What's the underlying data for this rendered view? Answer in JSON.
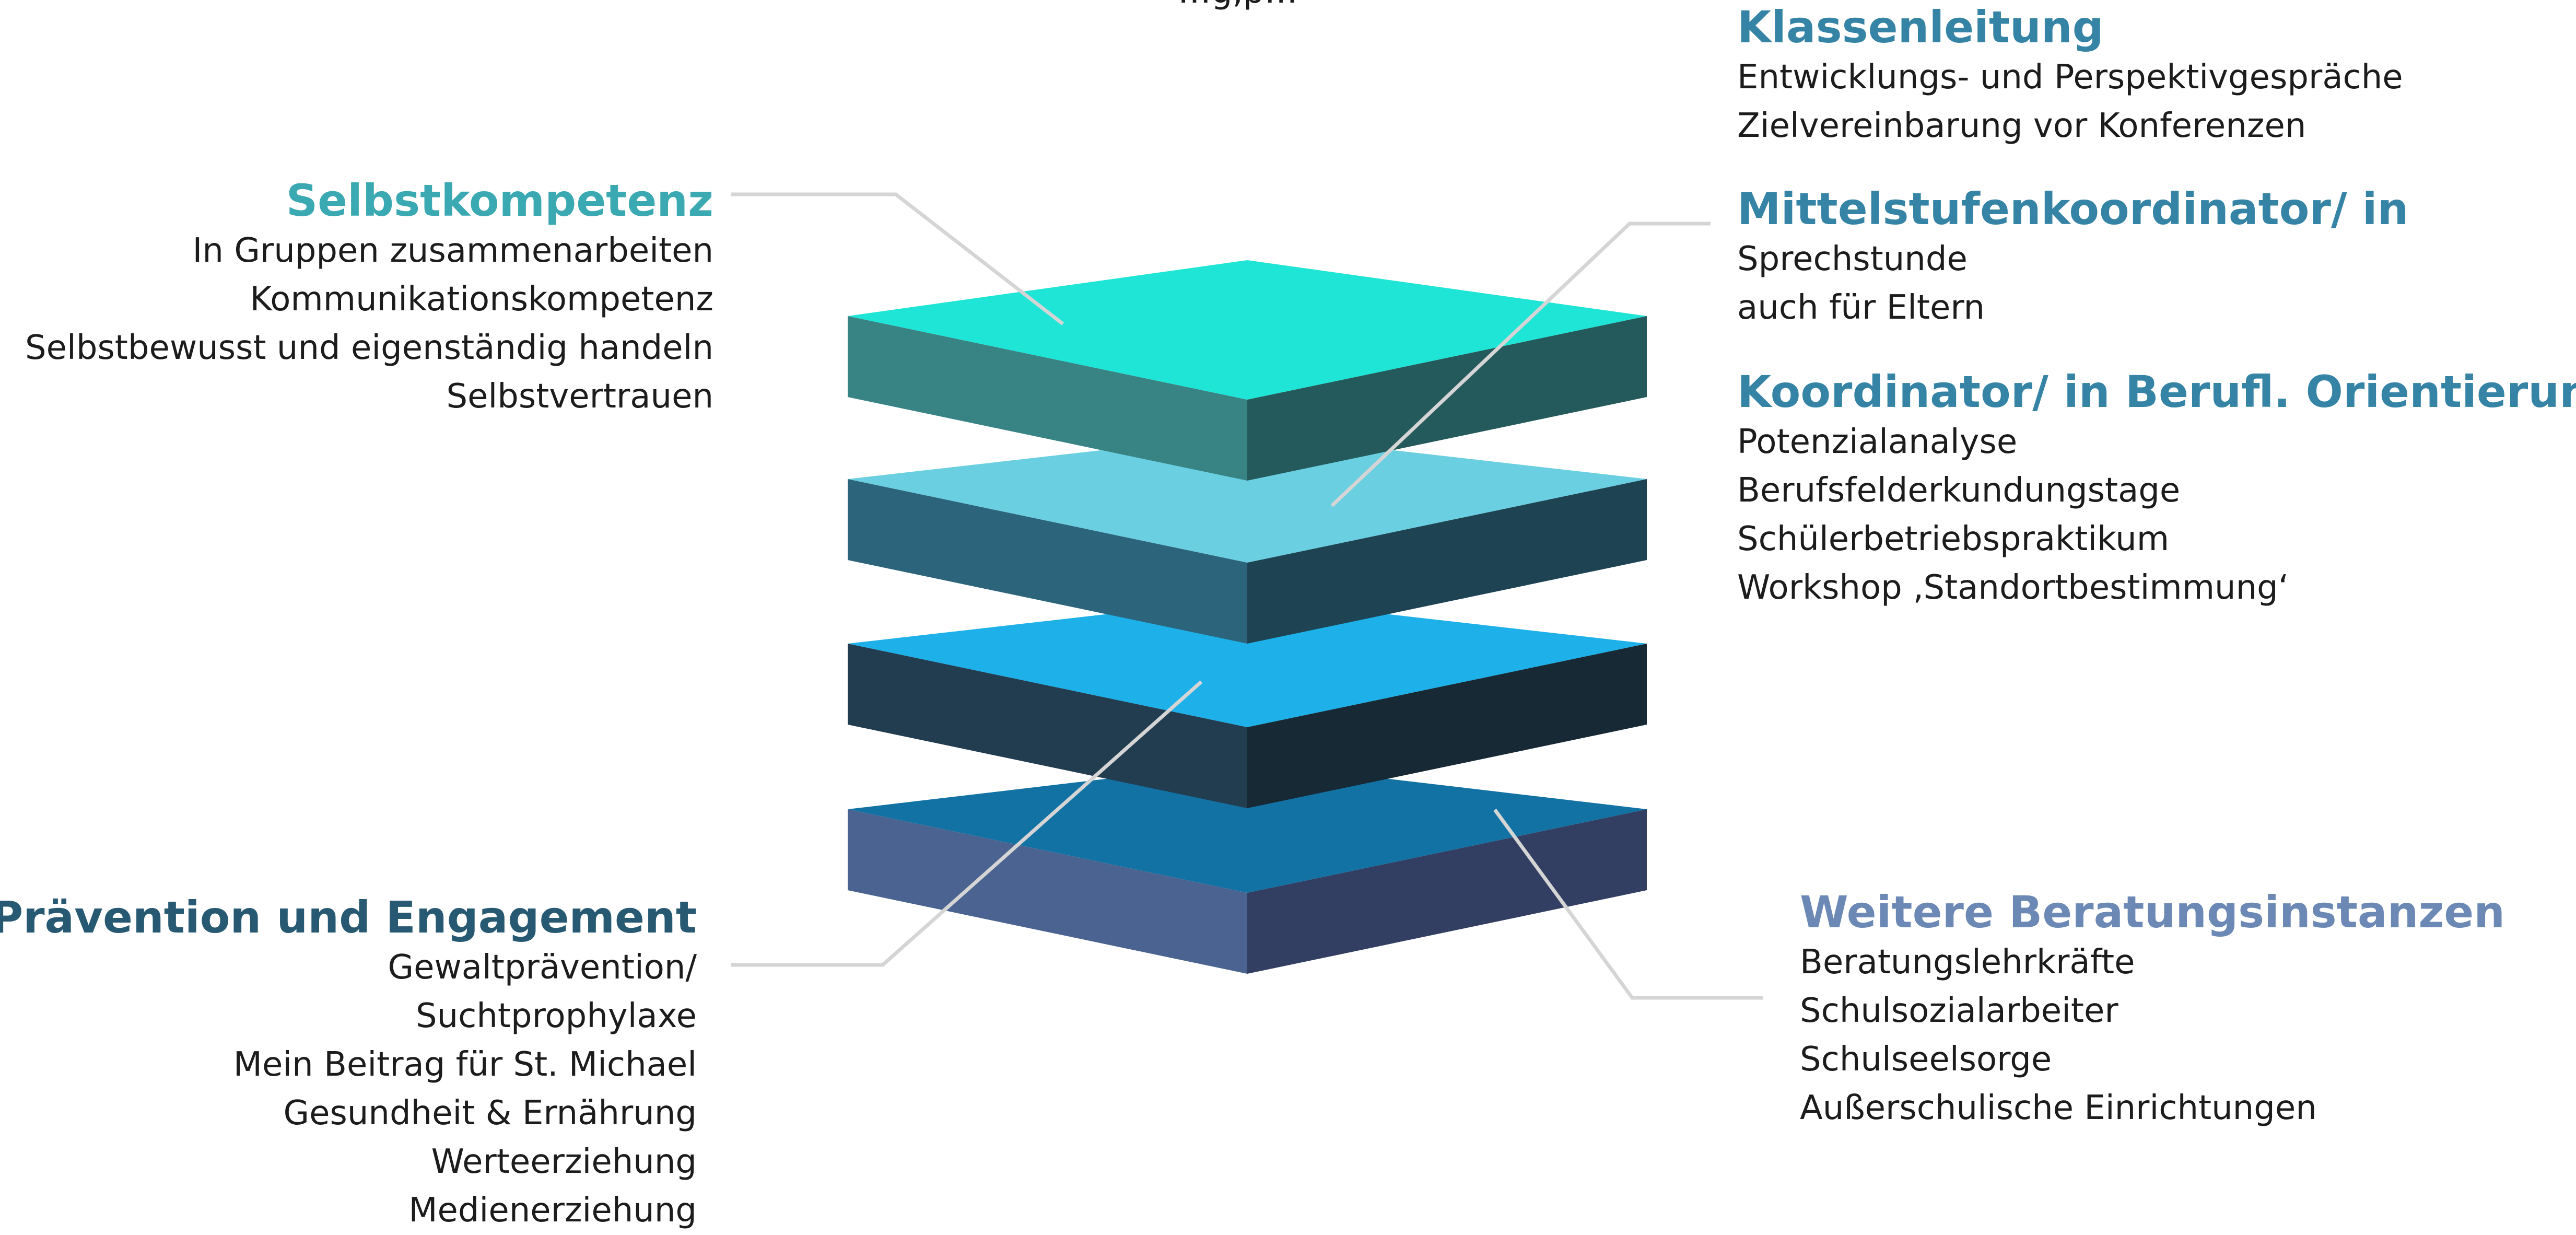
{
  "top_fragment": "…g,p…",
  "colors": {
    "layer1_top": "#1ee5d6",
    "layer1_left": "#388485",
    "layer1_right": "#255a5c",
    "layer2_top": "#6acfe1",
    "layer2_left": "#2c657b",
    "layer2_right": "#1e4454",
    "layer3_top": "#1db0e9",
    "layer3_left": "#223c50",
    "layer3_right": "#162935",
    "layer4_top": "#1272a4",
    "layer4_left": "#4a6390",
    "layer4_right": "#323f62",
    "heading_teal": "#3aa9b1",
    "heading_blue": "#3584a5",
    "heading_dark": "#275a72",
    "heading_slate": "#6c88b5",
    "connector": "#d5d5d5"
  },
  "selbst": {
    "heading": "Selbstkompetenz",
    "items": [
      "In Gruppen zusammenarbeiten",
      "Kommunikationskompetenz",
      "Selbstbewusst und eigenständig handeln",
      "Selbstvertrauen"
    ]
  },
  "praevention": {
    "heading": "Prävention und Engagement",
    "items": [
      "Gewaltprävention/",
      "Suchtprophylaxe",
      "Mein Beitrag für St. Michael",
      "Gesundheit & Ernährung",
      "Werteerziehung",
      "Medienerziehung"
    ]
  },
  "klassen": {
    "heading": "Klassenleitung",
    "items": [
      "Entwicklungs- und Perspektivgespräche",
      "Zielvereinbarung vor Konferenzen"
    ]
  },
  "mittel": {
    "heading": "Mittelstufenkoordinator/ in",
    "items": [
      "Sprechstunde",
      "auch für Eltern"
    ]
  },
  "koord": {
    "heading": "Koordinator/ in Berufl. Orientierung",
    "items": [
      "Potenzialanalyse",
      "Berufsfelderkundungstage",
      "Schülerbetriebspraktikum",
      "Workshop ‚Standortbestimmung‘"
    ]
  },
  "weitere": {
    "heading": "Weitere Beratungsinstanzen",
    "items": [
      "Beratungslehrkräfte",
      "Schulsozialarbeiter",
      "Schulseelsorge",
      "Außerschulische Einrichtungen"
    ]
  }
}
